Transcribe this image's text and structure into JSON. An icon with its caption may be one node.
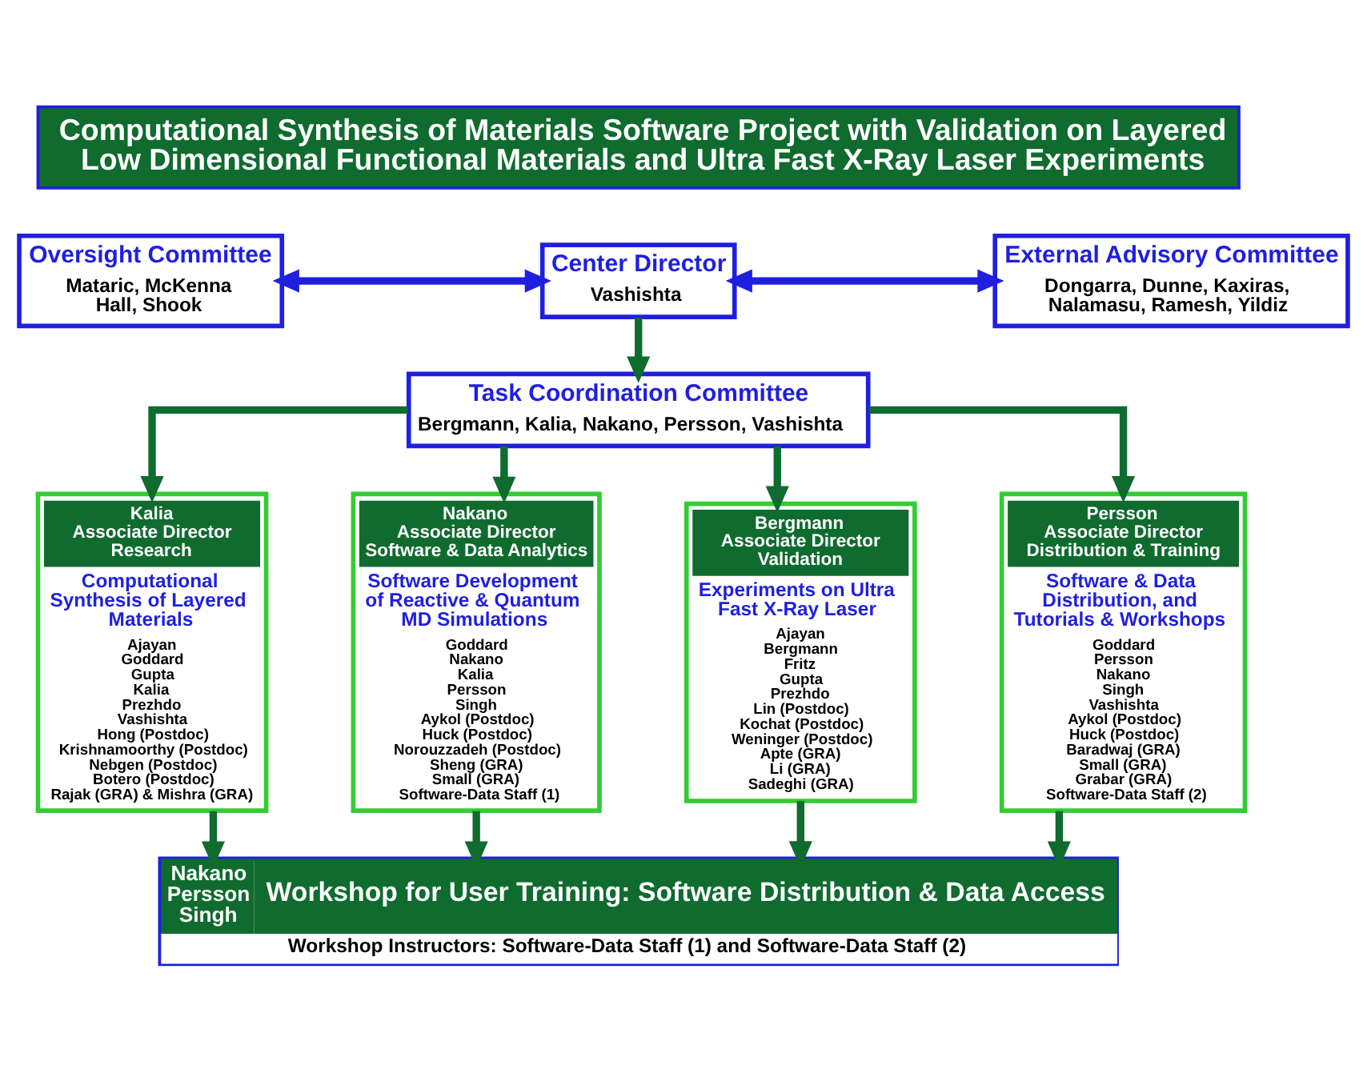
{
  "diagram": {
    "title": "Computational Synthesis of Materials Software Project with Validation on Layered Low Dimensional Functional Materials and Ultra Fast X-Ray Laser Experiments",
    "nodes": [
      {
        "text": [
          "Oversight Committee",
          "Mataric, McKenna Hall, Shook"
        ]
      },
      {
        "text": [
          "Center Director",
          "Vashishta"
        ]
      },
      {
        "text": [
          "External Advisory Committee",
          "Dongarra, Dunne, Kaxiras, Nalamasu, Ramesh, Yildiz"
        ]
      },
      {
        "text": [
          "Task Coordination Committee",
          "Bergmann, Kalia, Nakano, Persson, Vashishta"
        ]
      },
      {
        "text": [
          "Kalia",
          "Associate Director",
          "Research",
          "Computational Synthesis of Layered Materials",
          "Ajayan",
          "Goddard",
          "Gupta",
          "Kalia",
          "Prezhdo",
          "Vashishta",
          "Hong (Postdoc)",
          "Krishnamoorthy (Postdoc)",
          "Nebgen (Postdoc)",
          "Botero (Postdoc)",
          "Rajak (GRA) & Mishra (GRA)"
        ]
      },
      {
        "text": [
          "Nakano",
          "Associate Director",
          "Software & Data Analytics",
          "Software Development of Reactive & Quantum MD Simulations",
          "Goddard",
          "Nakano",
          "Kalia",
          "Persson",
          "Singh",
          "Aykol (Postdoc)",
          "Huck (Postdoc)",
          "Norouzzadeh (Postdoc)",
          "Sheng (GRA)",
          "Small (GRA)",
          "Software-Data Staff (1)"
        ]
      },
      {
        "text": [
          "Bergmann",
          "Associate Director",
          "Validation",
          "Experiments on Ultra Fast X-Ray Laser",
          "Ajayan",
          "Bergmann",
          "Fritz",
          "Gupta",
          "Prezhdo",
          "Lin (Postdoc)",
          "Kochat (Postdoc)",
          "Weninger (Postdoc)",
          "Apte (GRA)",
          "Li (GRA)",
          "Sadeghi (GRA)"
        ]
      },
      {
        "text": [
          "Persson",
          "Associate Director",
          "Distribution & Training",
          "Software & Data Distribution, and Tutorials & Workshops",
          "Goddard",
          "Persson",
          "Nakano",
          "Singh",
          "Vashishta",
          "Aykol (Postdoc)",
          "Huck (Postdoc)",
          "Baradwaj (GRA)",
          "Small (GRA)",
          "Grabar (GRA)",
          "Software-Data Staff (2)"
        ]
      },
      {
        "text": [
          "Nakano Persson Singh",
          "Workshop for User Training: Software Distribution & Data Access",
          "Workshop Instructors: Software-Data Staff (1) and Software-Data Staff (2)"
        ]
      }
    ],
    "edges": [
      {
        "from": 0,
        "to": 1,
        "arrow": "both",
        "color": "#1f1fe0"
      },
      {
        "from": 1,
        "to": 2,
        "arrow": "both",
        "color": "#1f1fe0"
      },
      {
        "from": 1,
        "to": 3,
        "arrow": "to"
      },
      {
        "from": 3,
        "to": 4,
        "arrow": "to"
      },
      {
        "from": 3,
        "to": 5,
        "arrow": "to"
      },
      {
        "from": 3,
        "to": 6,
        "arrow": "to"
      },
      {
        "from": 3,
        "to": 7,
        "arrow": "to"
      },
      {
        "from": 4,
        "to": 8,
        "arrow": "to"
      },
      {
        "from": 5,
        "to": 8,
        "arrow": "to"
      },
      {
        "from": 6,
        "to": 8,
        "arrow": "to"
      },
      {
        "from": 7,
        "to": 8,
        "arrow": "to"
      }
    ]
  }
}
